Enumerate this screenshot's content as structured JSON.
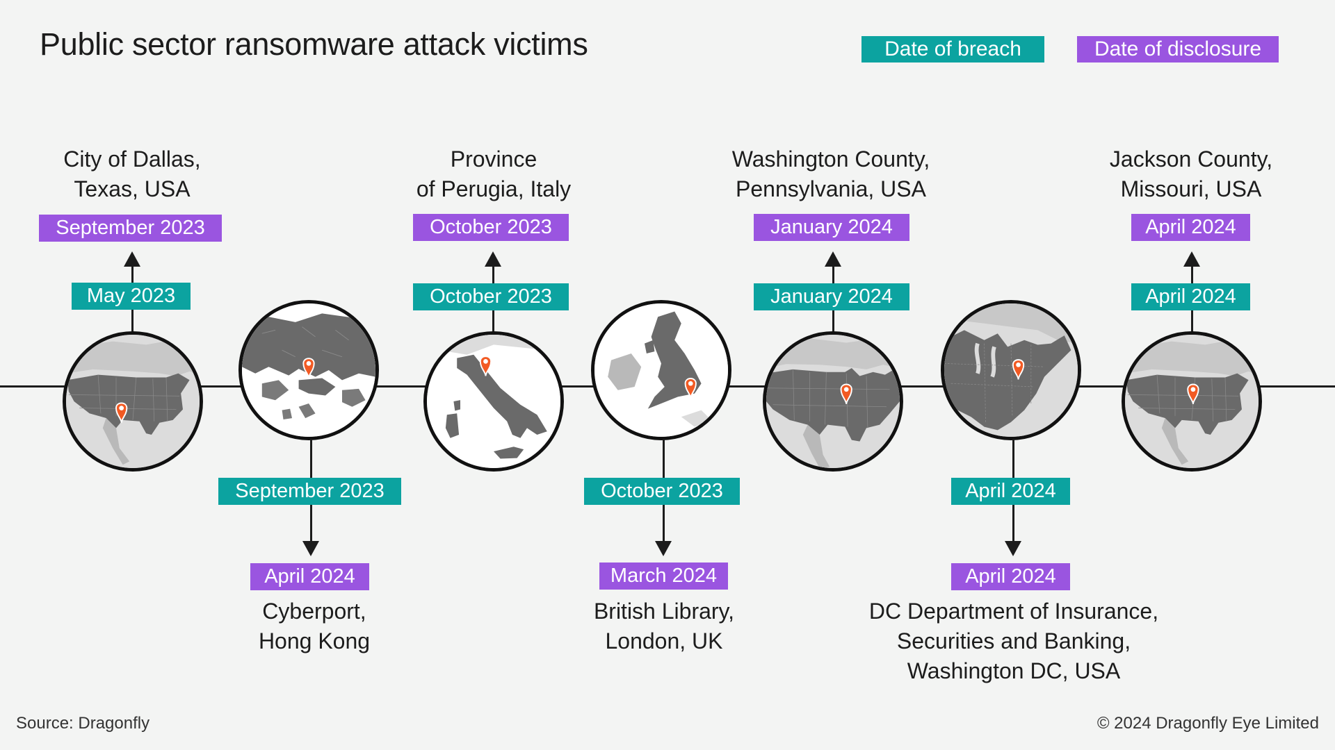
{
  "title": "Public sector ransomware attack victims",
  "legend": {
    "breach": "Date of breach",
    "disclosure": "Date of disclosure"
  },
  "colors": {
    "breach": "#0ca3a0",
    "disclosure": "#9a55e0",
    "pin": "#f25a23",
    "land": "#6a6a6a"
  },
  "events": [
    {
      "place": [
        "City of Dallas,",
        "Texas, USA"
      ],
      "breach": "May 2023",
      "disclosure": "September 2023",
      "map_icon": "usa-map-icon"
    },
    {
      "place": [
        "Cyberport,",
        "Hong Kong"
      ],
      "breach": "September 2023",
      "disclosure": "April 2024",
      "map_icon": "hong-kong-map-icon"
    },
    {
      "place": [
        "Province",
        "of Perugia, Italy"
      ],
      "breach": "October 2023",
      "disclosure": "October 2023",
      "map_icon": "italy-map-icon"
    },
    {
      "place": [
        "British Library,",
        "London, UK"
      ],
      "breach": "October 2023",
      "disclosure": "March 2024",
      "map_icon": "uk-map-icon"
    },
    {
      "place": [
        "Washington County,",
        "Pennsylvania, USA"
      ],
      "breach": "January 2024",
      "disclosure": "January 2024",
      "map_icon": "usa-map-icon"
    },
    {
      "place": [
        "DC Department of Insurance,",
        "Securities and Banking,",
        "Washington DC, USA"
      ],
      "breach": "April 2024",
      "disclosure": "April 2024",
      "map_icon": "us-east-coast-map-icon"
    },
    {
      "place": [
        "Jackson County,",
        "Missouri, USA"
      ],
      "breach": "April 2024",
      "disclosure": "April 2024",
      "map_icon": "usa-map-icon"
    }
  ],
  "footer": {
    "source": "Source: Dragonfly",
    "copyright": "© 2024 Dragonfly Eye Limited"
  }
}
